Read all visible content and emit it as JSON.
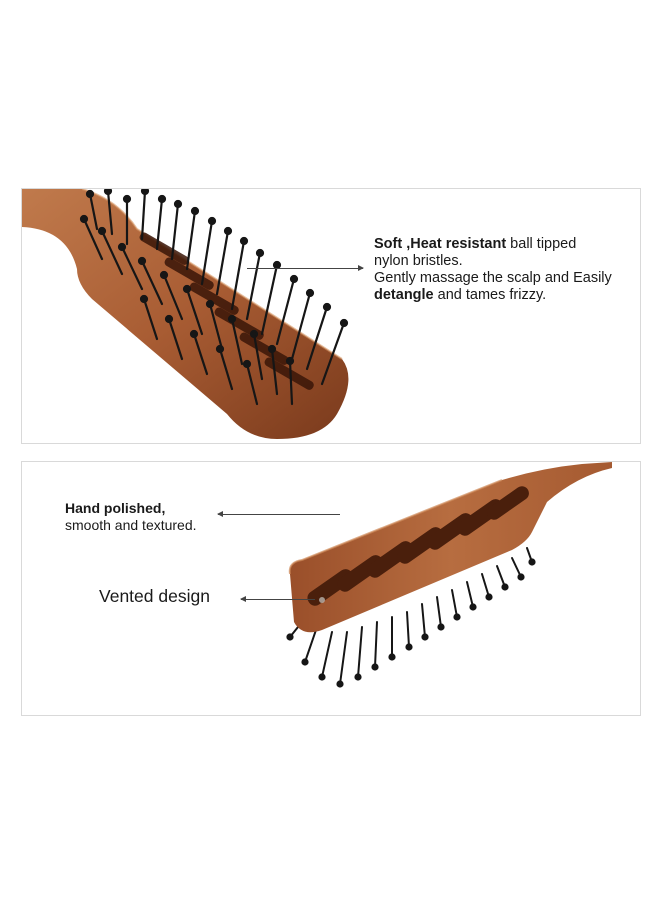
{
  "top_panel": {
    "line1_bold": "Soft ,Heat resistant",
    "line1_rest": " ball tipped",
    "line2": "nylon bristles.",
    "line3": "Gently massage the scalp and Easily",
    "line4_bold": "detangle",
    "line4_rest": " and tames frizzy."
  },
  "bottom_panel": {
    "polish_line1": "Hand polished,",
    "polish_line2": "smooth and textured.",
    "vented": "Vented design"
  },
  "colors": {
    "wood_light": "#b0663a",
    "wood_dark": "#6f3418",
    "bristle": "#161616",
    "border": "#d9d9d9"
  }
}
